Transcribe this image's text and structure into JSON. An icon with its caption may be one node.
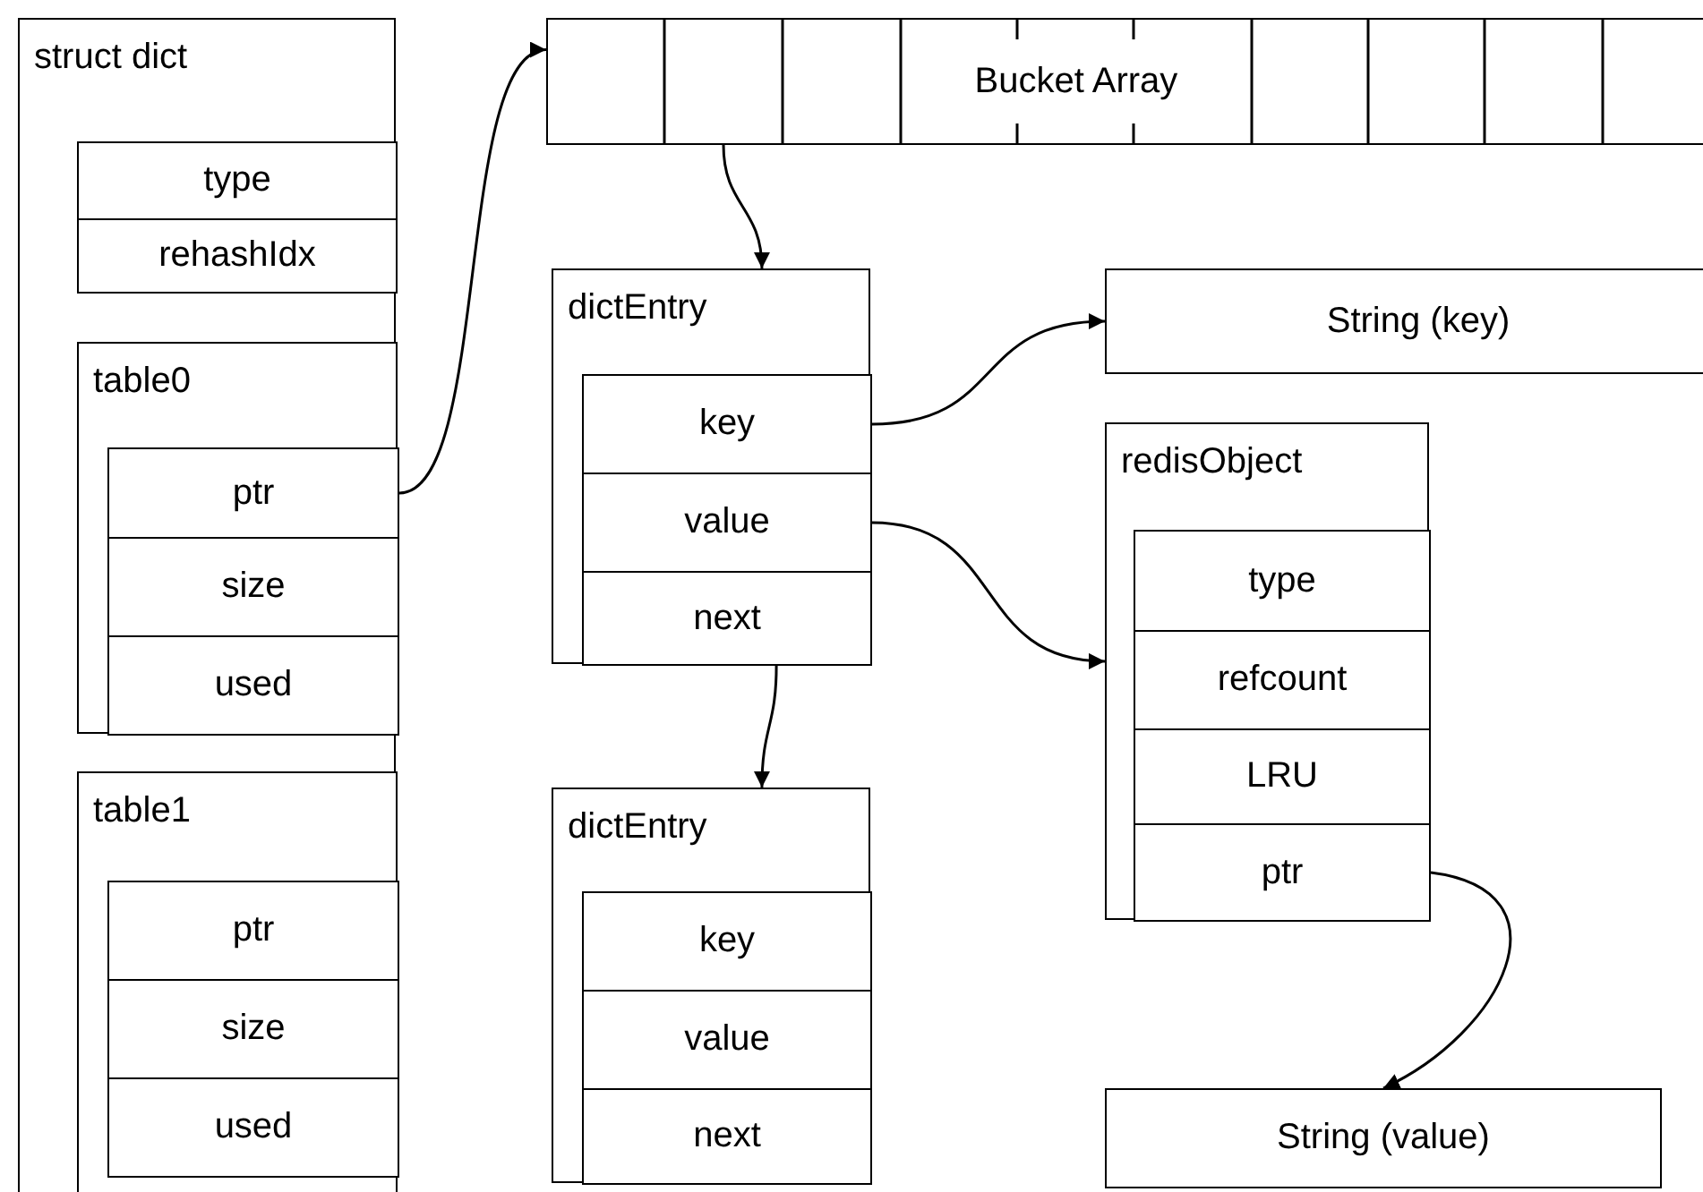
{
  "diagram": {
    "nodes": [
      {
        "text": [
          "struct dict"
        ]
      },
      {
        "text": [
          "type"
        ],
        "in": 0
      },
      {
        "text": [
          "rehashIdx"
        ],
        "in": 0
      },
      {
        "text": [
          "table0"
        ],
        "in": 0
      },
      {
        "text": [
          "ptr"
        ],
        "in": 3
      },
      {
        "text": [
          "size"
        ],
        "in": 3
      },
      {
        "text": [
          "used"
        ],
        "in": 3
      },
      {
        "text": [
          "table1"
        ],
        "in": 0
      },
      {
        "text": [
          "ptr"
        ],
        "in": 7
      },
      {
        "text": [
          "size"
        ],
        "in": 7
      },
      {
        "text": [
          "used"
        ],
        "in": 7
      },
      {
        "text": [
          "Bucket Array"
        ]
      },
      {
        "text": [
          "dictEntry"
        ]
      },
      {
        "text": [
          "key"
        ],
        "in": 12
      },
      {
        "text": [
          "value"
        ],
        "in": 12
      },
      {
        "text": [
          "next"
        ],
        "in": 12
      },
      {
        "text": [
          "dictEntry"
        ]
      },
      {
        "text": [
          "key"
        ],
        "in": 16
      },
      {
        "text": [
          "value"
        ],
        "in": 16
      },
      {
        "text": [
          "next"
        ],
        "in": 16
      },
      {
        "text": [
          "String (key)"
        ]
      },
      {
        "text": [
          "redisObject"
        ]
      },
      {
        "text": [
          "type"
        ],
        "in": 21
      },
      {
        "text": [
          "refcount"
        ],
        "in": 21
      },
      {
        "text": [
          "LRU"
        ],
        "in": 21
      },
      {
        "text": [
          "ptr"
        ],
        "in": 21
      },
      {
        "text": [
          "String (value)"
        ]
      }
    ],
    "edges": [
      {
        "from": 4,
        "to": 11,
        "arrow": "to"
      },
      {
        "from": 11,
        "to": 12,
        "arrow": "to"
      },
      {
        "from": 13,
        "to": 20,
        "arrow": "to"
      },
      {
        "from": 14,
        "to": 21,
        "arrow": "to"
      },
      {
        "from": 15,
        "to": 16,
        "arrow": "to"
      },
      {
        "from": 25,
        "to": 26,
        "arrow": "to"
      }
    ]
  }
}
